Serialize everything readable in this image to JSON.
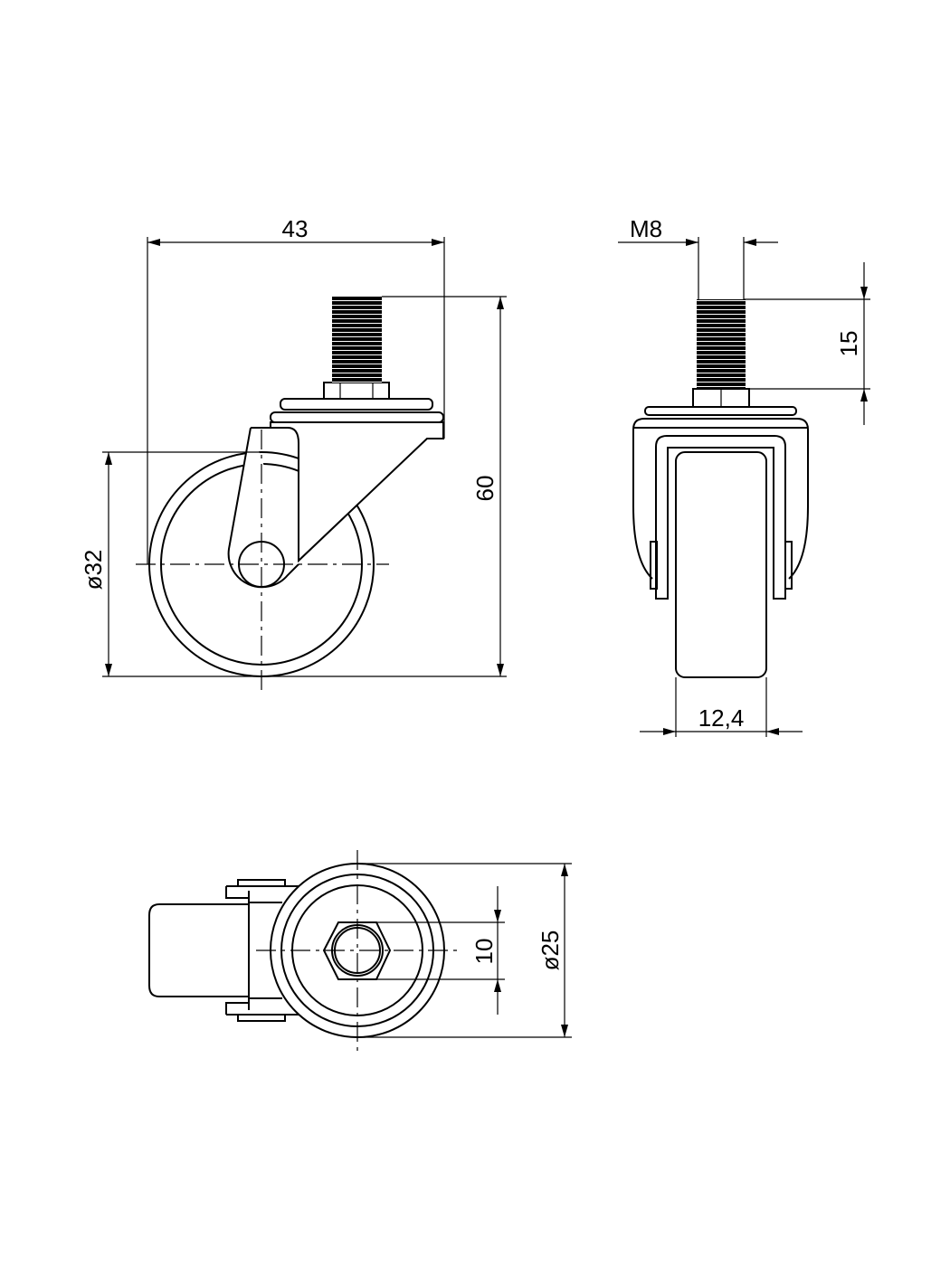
{
  "title": "Swivel castor technical drawing",
  "side_view": {
    "width": "43",
    "height": "60",
    "wheel_diameter": "ø32"
  },
  "front_view": {
    "thread": "M8",
    "thread_length": "15",
    "wheel_width": "12,4"
  },
  "bottom_view": {
    "nut_size": "10",
    "plate_diameter": "ø25"
  },
  "colors": {
    "line": "#000000",
    "background": "#ffffff"
  }
}
